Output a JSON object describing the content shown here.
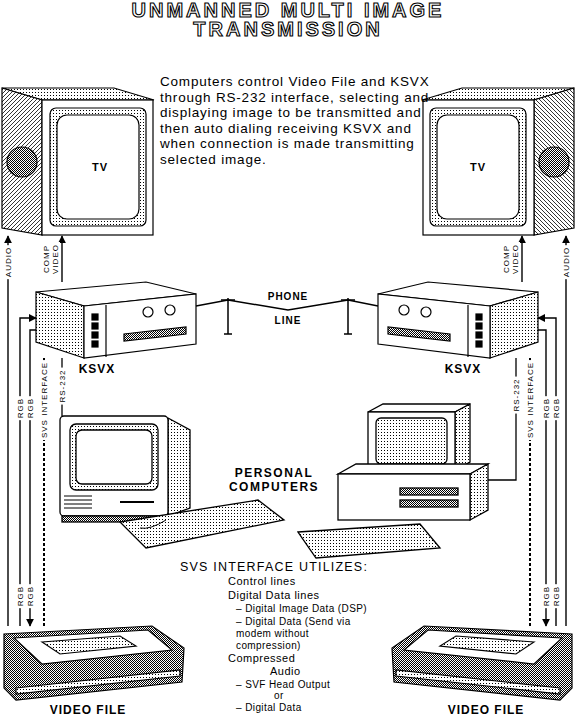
{
  "diagram": {
    "title": "UNMANNED MULTI IMAGE TRANSMISSION",
    "nodes": [
      {
        "text": [
          "TV"
        ]
      },
      {
        "text": [
          "TV"
        ]
      },
      {
        "text": [
          "KSVX"
        ]
      },
      {
        "text": [
          "KSVX"
        ]
      },
      {
        "text": [
          "VIDEO FILE"
        ]
      },
      {
        "text": [
          "VIDEO FILE"
        ]
      }
    ],
    "edges": [
      {
        "from": 2,
        "to": 0,
        "arrow": "to",
        "label": "COMP VIDEO"
      },
      {
        "from": 4,
        "to": 0,
        "arrow": "to",
        "label": "AUDIO"
      },
      {
        "from": 4,
        "to": 2,
        "arrow": "to",
        "label": "RGB"
      },
      {
        "from": 2,
        "to": 4,
        "arrow": "to",
        "label": "RGB"
      },
      {
        "from": 4,
        "to": 2,
        "arrow": "none",
        "label": "SVS INTERFACE"
      },
      {
        "from": 2,
        "to": 3,
        "arrow": "none",
        "label": "PHONE LINE"
      },
      {
        "from": 3,
        "to": 1,
        "arrow": "to",
        "label": "COMP VIDEO"
      },
      {
        "from": 5,
        "to": 1,
        "arrow": "to",
        "label": "AUDIO"
      },
      {
        "from": 5,
        "to": 3,
        "arrow": "to",
        "label": "RGB"
      },
      {
        "from": 3,
        "to": 5,
        "arrow": "to",
        "label": "RGB"
      },
      {
        "from": 5,
        "to": 3,
        "arrow": "none",
        "label": "SVS INTERFACE"
      }
    ],
    "labels": [
      "Computers control Video File and KSVX through RS-232 interface, selecting and displaying image to be transmitted and then auto dialing receiving KSVX and when connection is made transmitting selected image.",
      "RGB",
      "RGB",
      "RS-232",
      "PERSONAL COMPUTERS",
      "RS-232",
      "RGB",
      "RGB",
      "SVS INTERFACE UTILIZES:",
      "Control lines",
      "Digital Data lines",
      "– Digital Image Data (DSP)",
      "– Digital Data (Send via modem without compression)",
      "Compressed Audio",
      "– SVF Head Output",
      "or",
      "– Digital Data"
    ]
  }
}
